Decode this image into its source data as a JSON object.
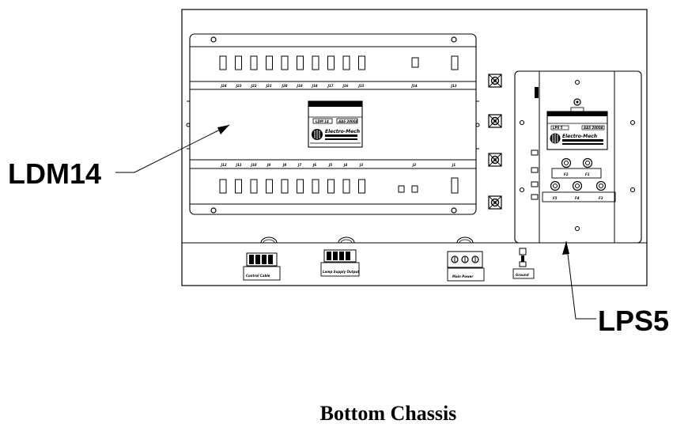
{
  "callouts": {
    "ldm": "LDM14",
    "lps": "LPS5"
  },
  "caption": "Bottom Chassis",
  "ldm_module": {
    "top_connectors": [
      "J24",
      "J23",
      "J22",
      "J21",
      "J20",
      "J19",
      "J18",
      "J17",
      "J16",
      "J15",
      "J14",
      "J13"
    ],
    "bottom_connectors": [
      "J12",
      "J11",
      "J10",
      "J9",
      "J8",
      "J7",
      "J6",
      "J5",
      "J4",
      "J3",
      "J2",
      "J1"
    ],
    "label_model": "LDM 14",
    "label_brand": "Electro-Mech",
    "label_spec": "AAS 2000A"
  },
  "lps_module": {
    "label_model": "LPS 5",
    "label_brand": "Electro-Mech",
    "label_spec": "AAS 2000A",
    "fuse_labels": [
      "F2",
      "F1",
      "F5",
      "F4",
      "F3"
    ]
  },
  "terminal_labels": [
    "Control Cable",
    "Lamp Supply Output",
    "Main Power",
    "Ground"
  ]
}
